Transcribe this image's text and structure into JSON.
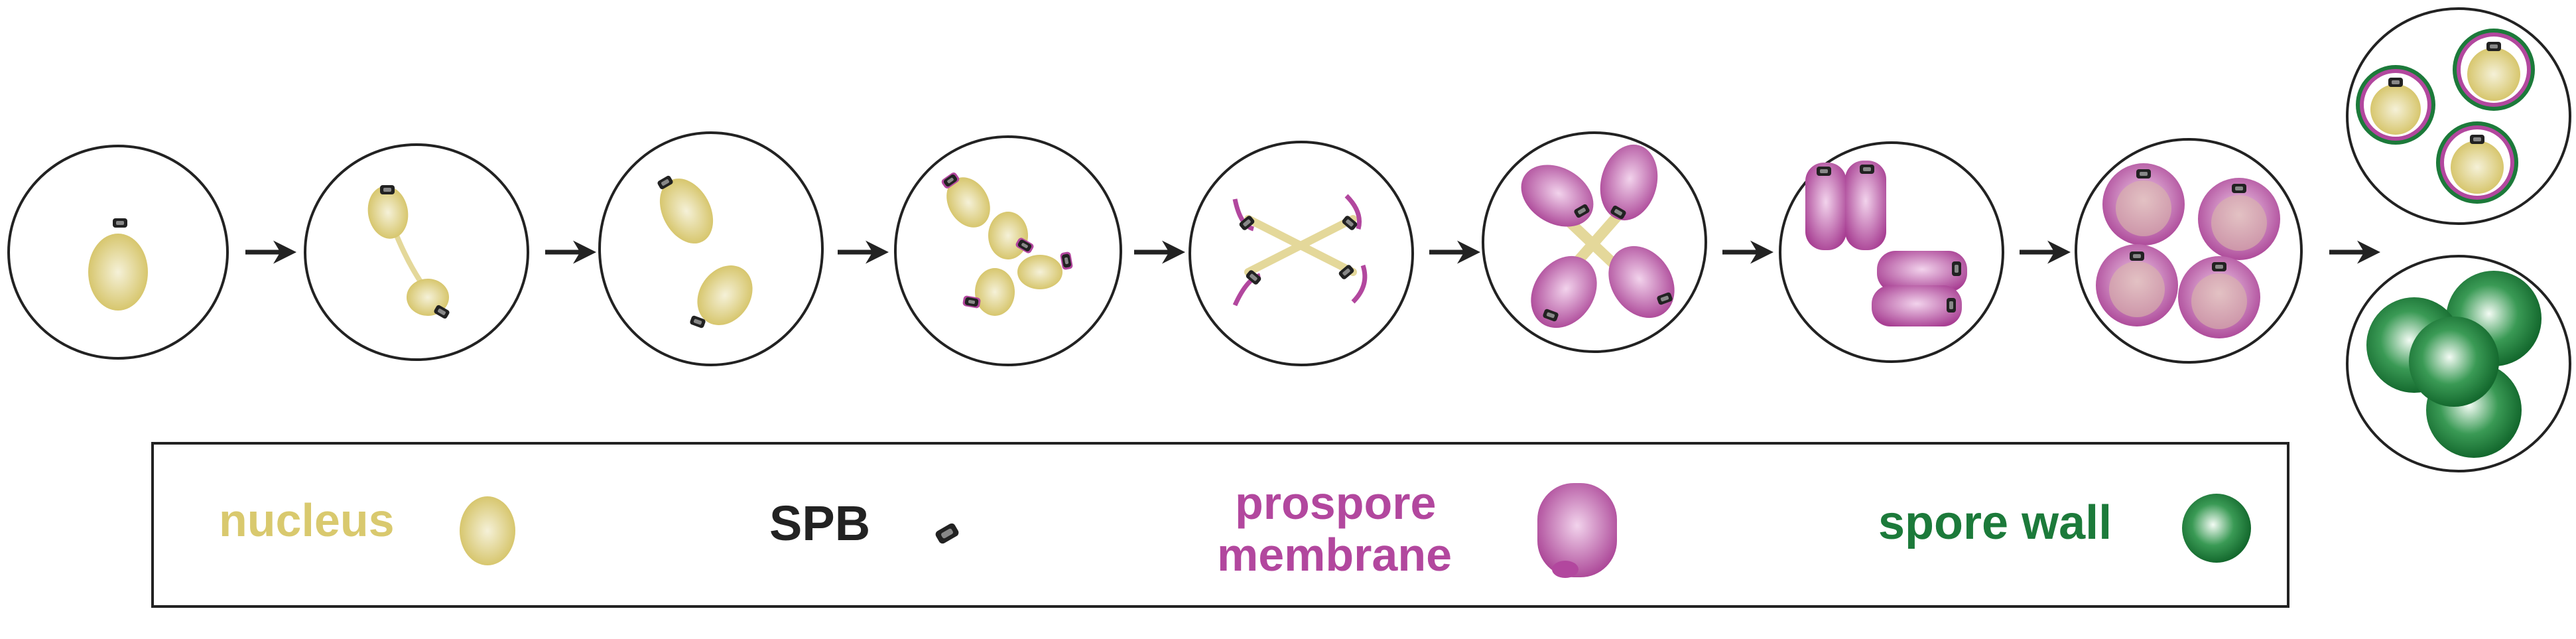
{
  "colors": {
    "nucleus": "#d9c96e",
    "nucleus_light": "#f3eecd",
    "spb": "#222222",
    "membrane": "#b2479e",
    "membrane_light": "#efc7e6",
    "spore_wall": "#1c7a3a",
    "outline": "#222222"
  },
  "legend": {
    "nucleus_label": "nucleus",
    "spb_label": "SPB",
    "membrane_label_line1": "prospore",
    "membrane_label_line2": "membrane",
    "spore_wall_label": "spore wall"
  },
  "icons": [
    "nucleus-icon",
    "spb-icon",
    "prospore-membrane-icon",
    "spore-wall-icon",
    "arrow-right-icon"
  ]
}
